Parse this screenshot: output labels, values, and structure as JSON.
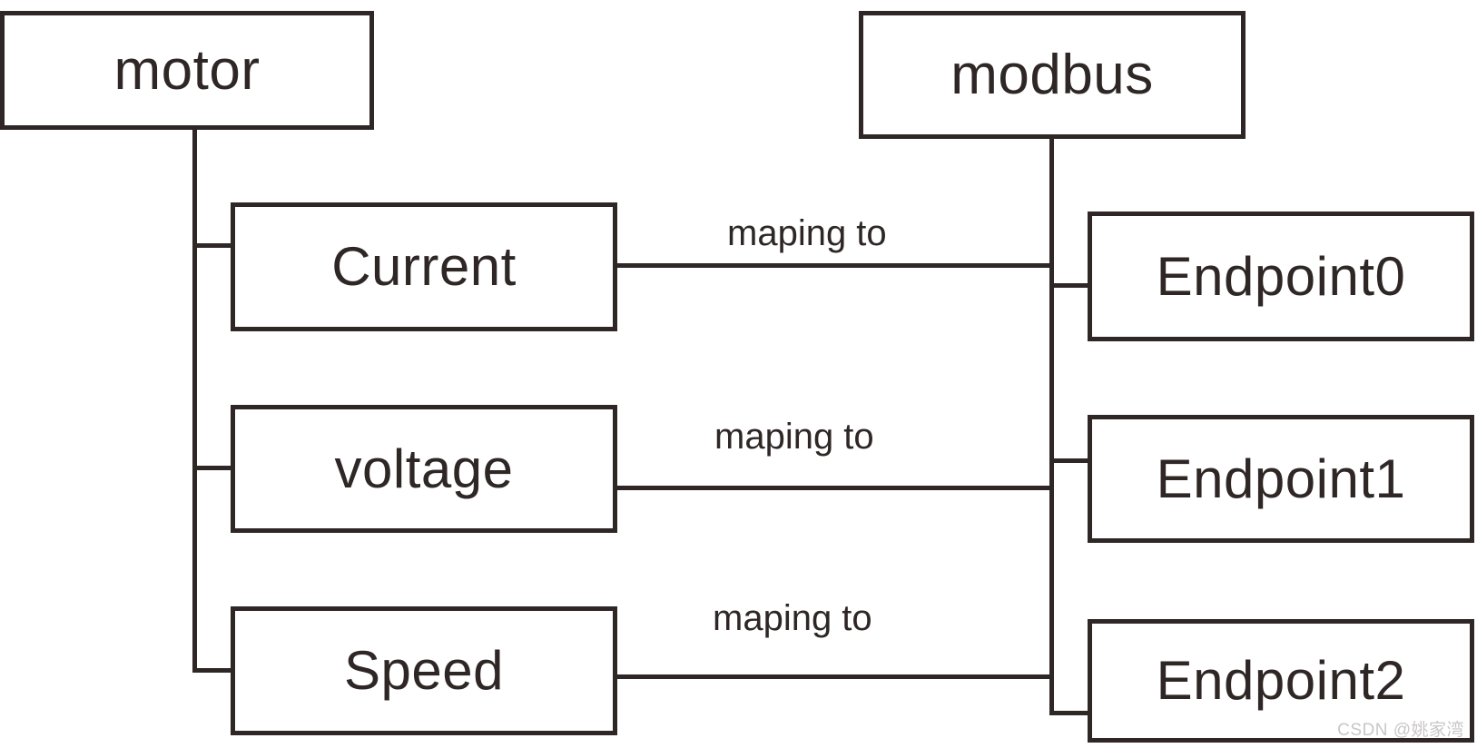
{
  "diagram": {
    "type": "tree-mapping-diagram",
    "background_color": "#ffffff",
    "line_color": "#2e2726",
    "text_color": "#2e2726",
    "roots": [
      {
        "id": "motor",
        "label": "motor"
      },
      {
        "id": "modbus",
        "label": "modbus"
      }
    ],
    "left_children": [
      {
        "id": "current",
        "label": "Current"
      },
      {
        "id": "voltage",
        "label": "voltage"
      },
      {
        "id": "speed",
        "label": "Speed"
      }
    ],
    "right_children": [
      {
        "id": "endpoint0",
        "label": "Endpoint0"
      },
      {
        "id": "endpoint1",
        "label": "Endpoint1"
      },
      {
        "id": "endpoint2",
        "label": "Endpoint2"
      }
    ],
    "links": [
      {
        "id": "current-endpoint0",
        "label": "maping to",
        "from": "Current",
        "to": "Endpoint0"
      },
      {
        "id": "voltage-endpoint1",
        "label": "maping to",
        "from": "voltage",
        "to": "Endpoint1"
      },
      {
        "id": "speed-endpoint2",
        "label": "maping to",
        "from": "Speed",
        "to": "Endpoint2"
      }
    ]
  },
  "watermark": {
    "text": "CSDN @姚家湾",
    "color": "#c9c6c6"
  }
}
